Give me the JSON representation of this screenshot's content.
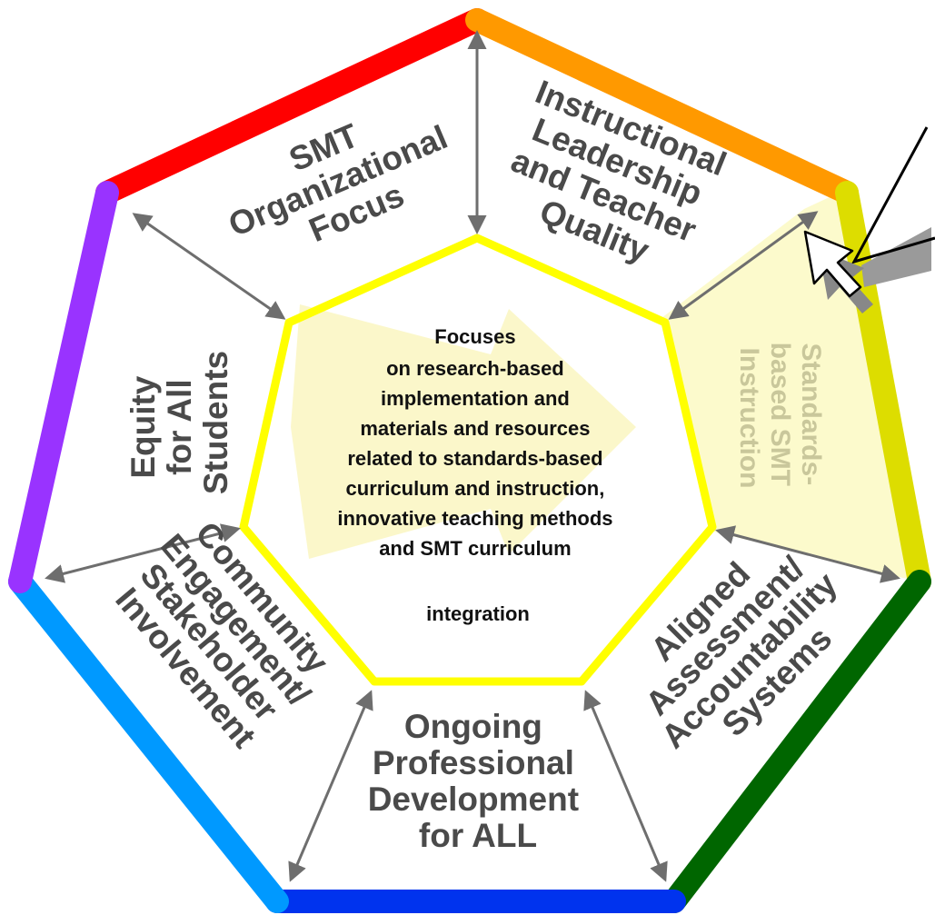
{
  "center": {
    "lines": [
      "Focuses",
      "on research-based",
      "implementation and",
      "materials and resources",
      "related to standards-based",
      "curriculum and instruction,",
      "innovative teaching methods",
      "and SMT curriculum",
      "integration"
    ]
  },
  "segments": [
    {
      "id": "smt-org",
      "lines": [
        "SMT",
        "Organizational",
        "Focus"
      ],
      "edge_color": "#ff0000"
    },
    {
      "id": "instructional",
      "lines": [
        "Instructional",
        "Leadership",
        "and Teacher",
        "Quality"
      ],
      "edge_color": "#ff9900"
    },
    {
      "id": "standards",
      "lines": [
        "Standards-",
        "based SMT",
        "Instruction"
      ],
      "edge_color": "#dddd00",
      "highlighted": true
    },
    {
      "id": "aligned",
      "lines": [
        "Aligned",
        "Assessment/",
        "Accountability",
        "Systems"
      ],
      "edge_color": "#006600"
    },
    {
      "id": "ongoing",
      "lines": [
        "Ongoing",
        "Professional",
        "Development",
        "for ALL"
      ],
      "edge_color": "#0033ee"
    },
    {
      "id": "community",
      "lines": [
        "Community",
        "Engagement/",
        "Stakeholder",
        "Involvement"
      ],
      "edge_color": "#0099ff"
    },
    {
      "id": "equity",
      "lines": [
        "Equity",
        "for All",
        "Students"
      ],
      "edge_color": "#9933ff"
    }
  ],
  "colors": {
    "center_border": "#ffff00",
    "center_arrow_fill": "#fbf6c4",
    "divider_arrow": "#6e6e6e",
    "highlight_fill": "#fcfacc"
  },
  "icons": [
    "mouse-cursor-icon",
    "callout-pointer-icon"
  ]
}
